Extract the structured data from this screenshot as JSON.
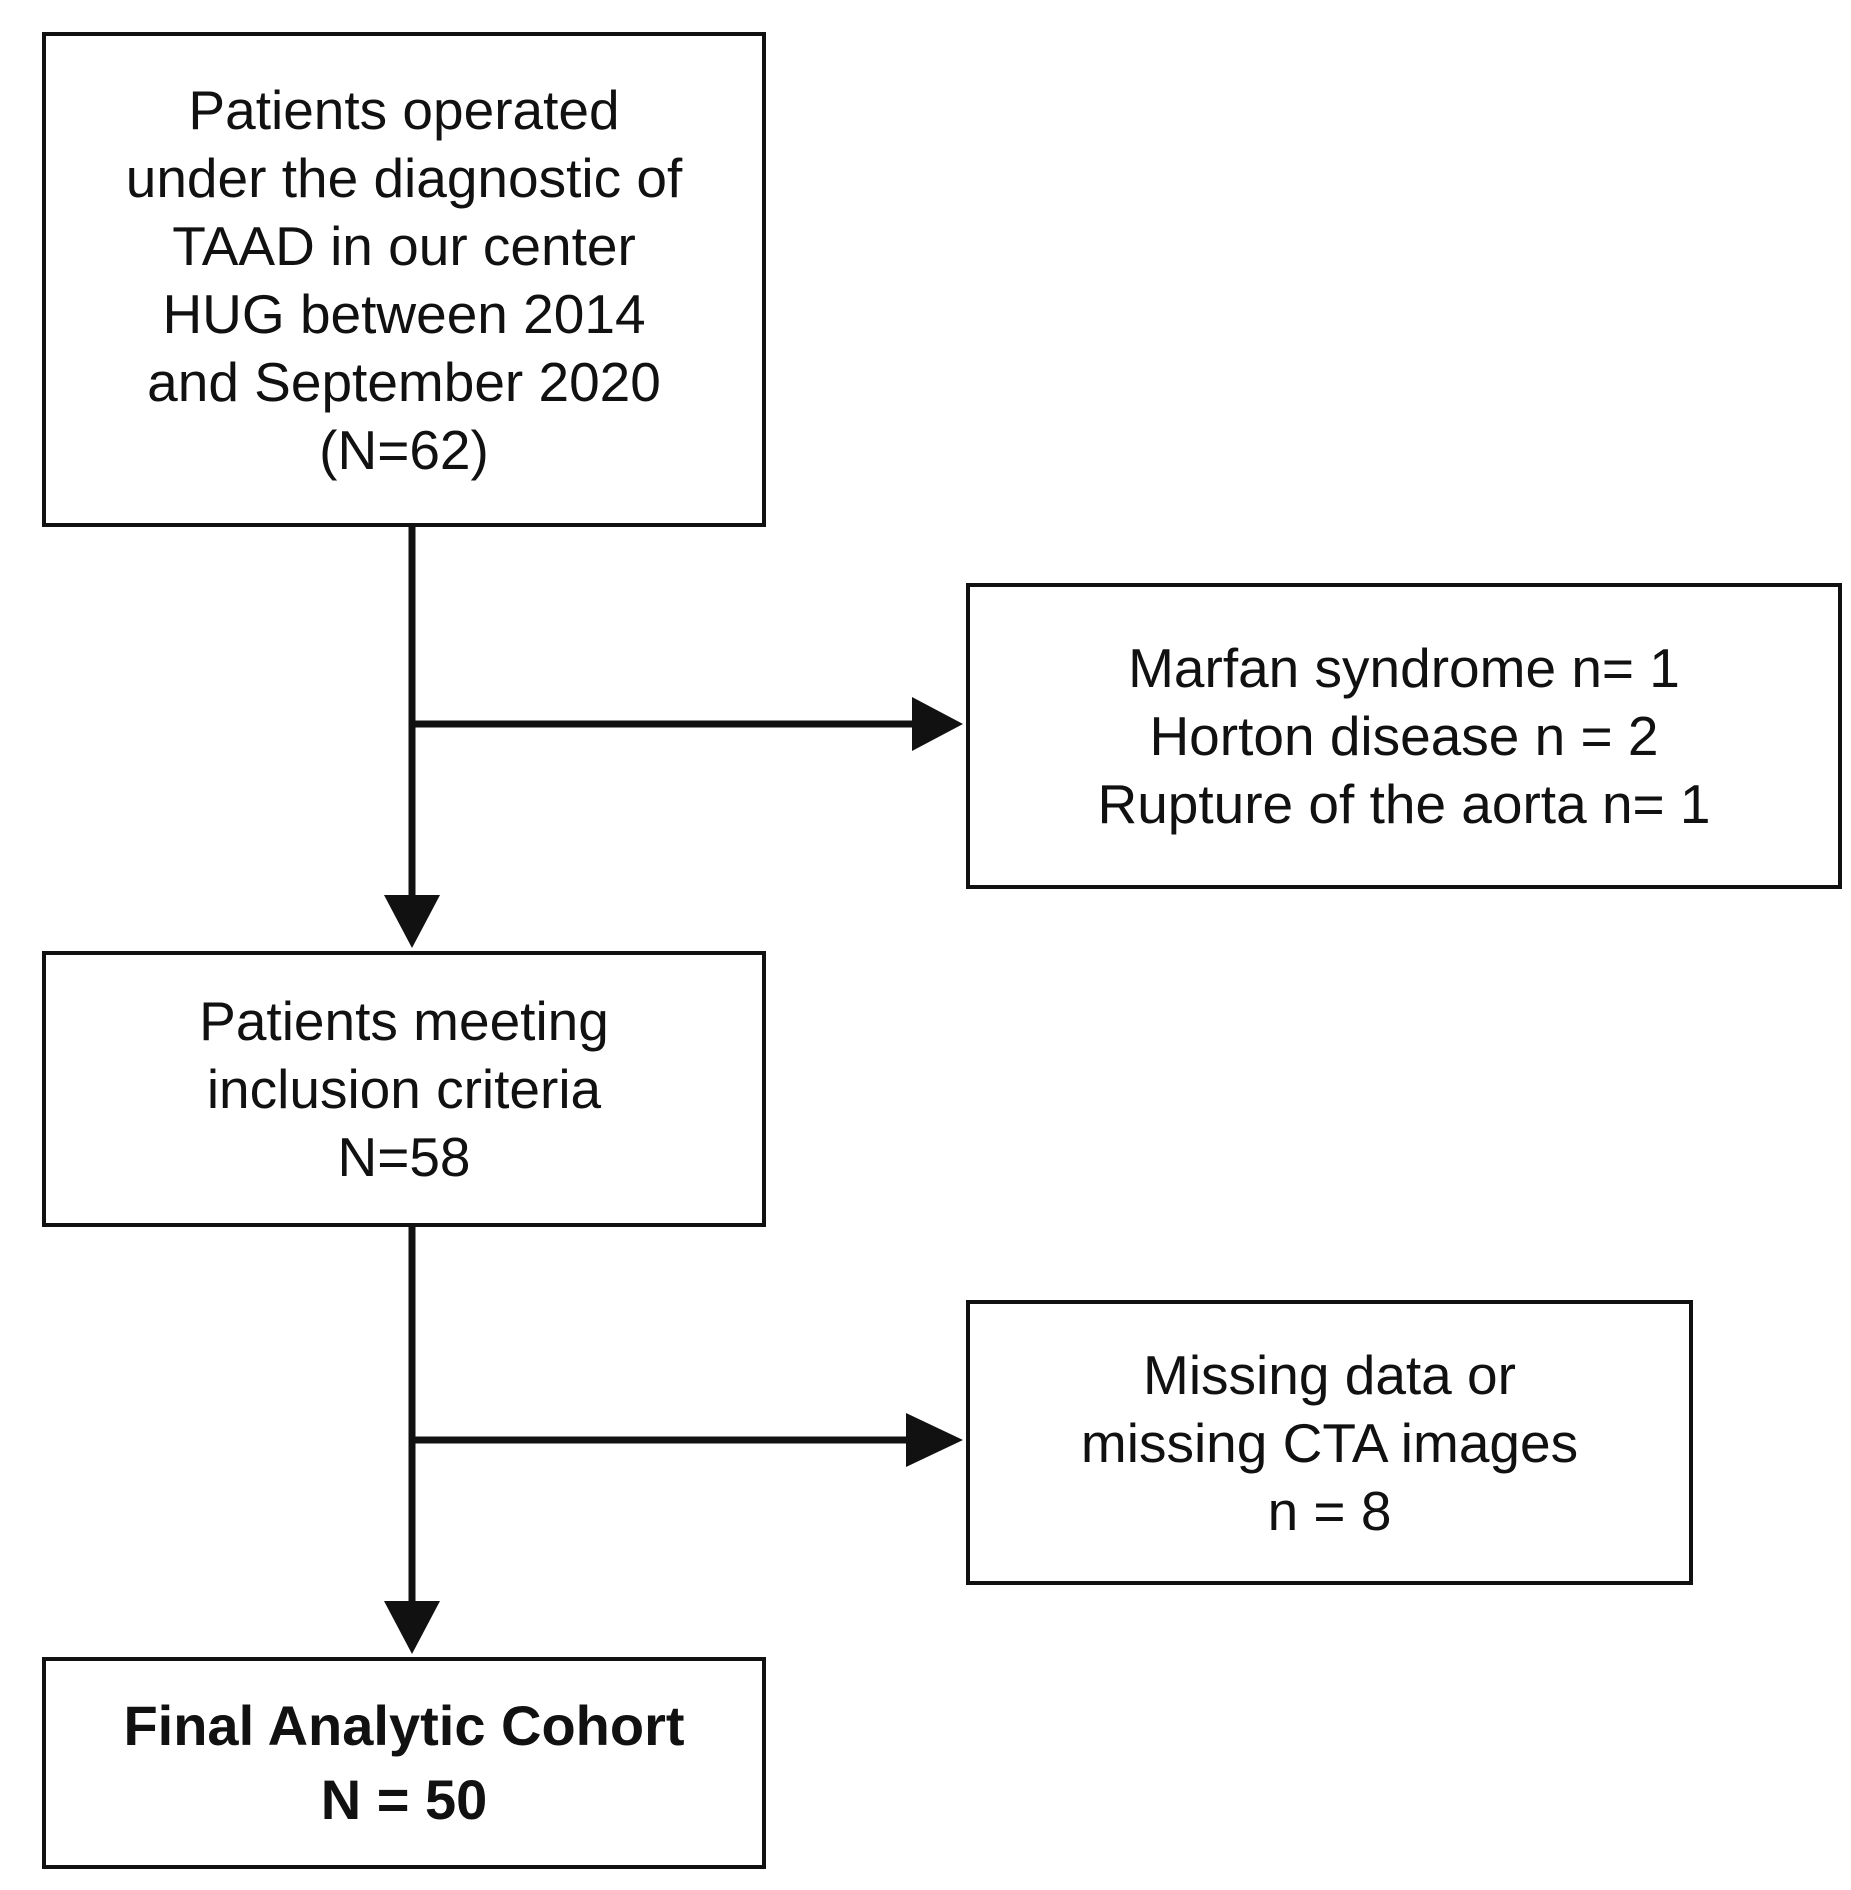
{
  "nodes": {
    "start": {
      "lines": [
        "Patients operated",
        "under the diagnostic of",
        "TAAD in our center",
        "HUG between 2014",
        "and September 2020",
        "(N=62)"
      ]
    },
    "exclusion_1": {
      "lines": [
        "Marfan syndrome n= 1",
        "Horton disease n = 2",
        "Rupture of the aorta n= 1"
      ]
    },
    "included": {
      "lines": [
        "Patients meeting",
        "inclusion criteria",
        "N=58"
      ]
    },
    "exclusion_2": {
      "lines": [
        "Missing data or",
        "missing CTA images",
        "n = 8"
      ]
    },
    "final": {
      "lines": [
        "Final Analytic Cohort",
        "N = 50"
      ]
    }
  },
  "edges": [
    {
      "from": "start",
      "to": "included"
    },
    {
      "from": "start",
      "to": "exclusion_1"
    },
    {
      "from": "included",
      "to": "final"
    },
    {
      "from": "included",
      "to": "exclusion_2"
    }
  ],
  "colors": {
    "stroke": "#111111",
    "fill": "#ffffff",
    "text": "#111111"
  }
}
